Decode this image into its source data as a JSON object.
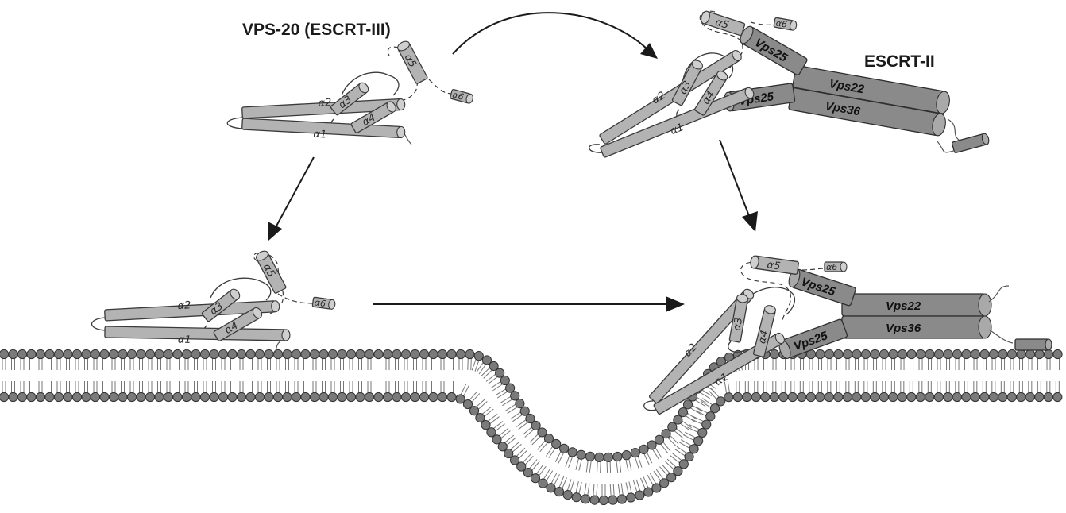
{
  "labels": {
    "vps20_title": "VPS-20 (ESCRT-III)",
    "escrt2_title": "ESCRT-II"
  },
  "helices": {
    "a1": "α1",
    "a2": "α2",
    "a3": "α3",
    "a4": "α4",
    "a5": "α5",
    "a6": "α6"
  },
  "subunits": {
    "vps25": "Vps25",
    "vps22": "Vps22",
    "vps36": "Vps36"
  },
  "colors": {
    "helix_fill": "#b3b3b3",
    "subunit_fill": "#8a8a8a",
    "lipid_head": "#7a7a7a"
  }
}
